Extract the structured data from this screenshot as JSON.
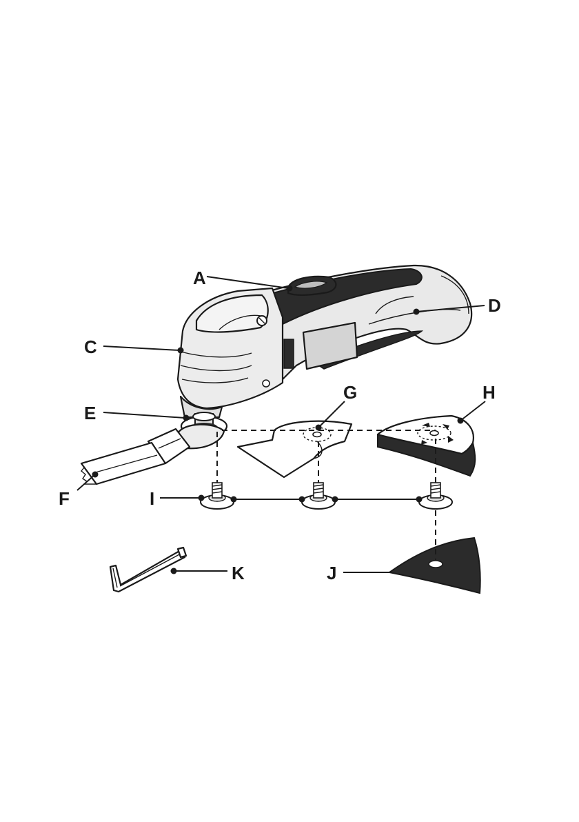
{
  "labels": {
    "a": "A",
    "b": "C",
    "d": "D",
    "e": "E",
    "f": "F",
    "g": "G",
    "h": "H",
    "i": "I",
    "j": "J",
    "k": "K"
  },
  "colors": {
    "ink": "#1a1a1a",
    "body_light": "#e6e6e6",
    "body_mid": "#bdbdbd",
    "grip_dark": "#2b2b2b",
    "paper": "#ffffff"
  }
}
